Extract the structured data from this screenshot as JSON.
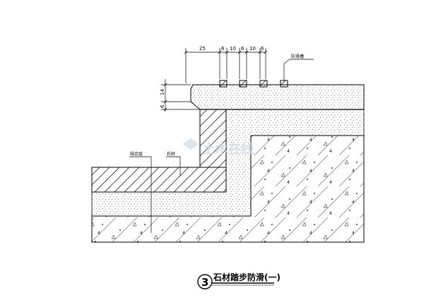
{
  "drawing": {
    "title": "石材踏步防滑(一)",
    "number": "3",
    "dimensions": {
      "top": [
        "25",
        "6",
        "10",
        "6",
        "10",
        "6"
      ],
      "side": [
        "14",
        "6"
      ]
    },
    "callouts": {
      "antiskid": "防滑槽",
      "stone": "石材",
      "grout": "结合层"
    },
    "watermark": "土木在线"
  }
}
